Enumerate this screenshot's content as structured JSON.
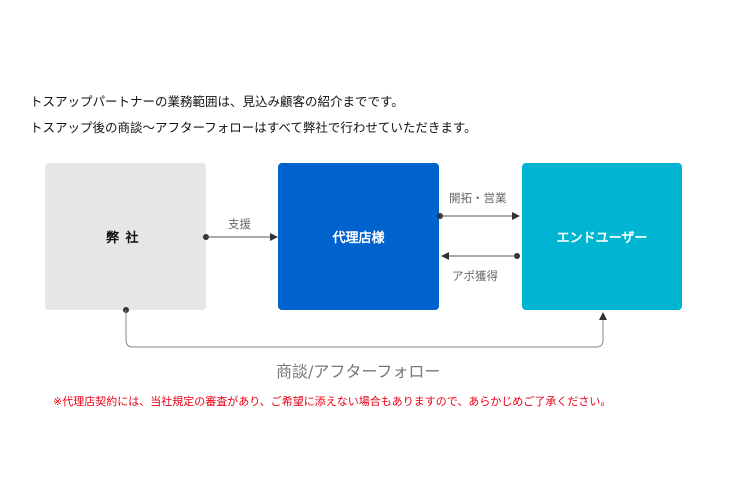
{
  "intro": {
    "line1": "トスアップパートナーの業務範囲は、見込み顧客の紹介までです。",
    "line2": "トスアップ後の商談～アフターフォローはすべて弊社で行わせていただきます。"
  },
  "boxes": {
    "company": "弊社",
    "agency": "代理店様",
    "enduser": "エンドユーザー"
  },
  "arrows": {
    "support": "支援",
    "sales": "開拓・営業",
    "appointment": "アポ獲得",
    "aftercare": "商談/アフターフォロー"
  },
  "note": "※代理店契約には、当社規定の審査があり、ご希望に添えない場合もありますので、あらかじめご了承ください。",
  "colors": {
    "company": "#e6e6e6",
    "agency": "#0062cc",
    "enduser": "#00b5d2",
    "note": "#e60012"
  }
}
